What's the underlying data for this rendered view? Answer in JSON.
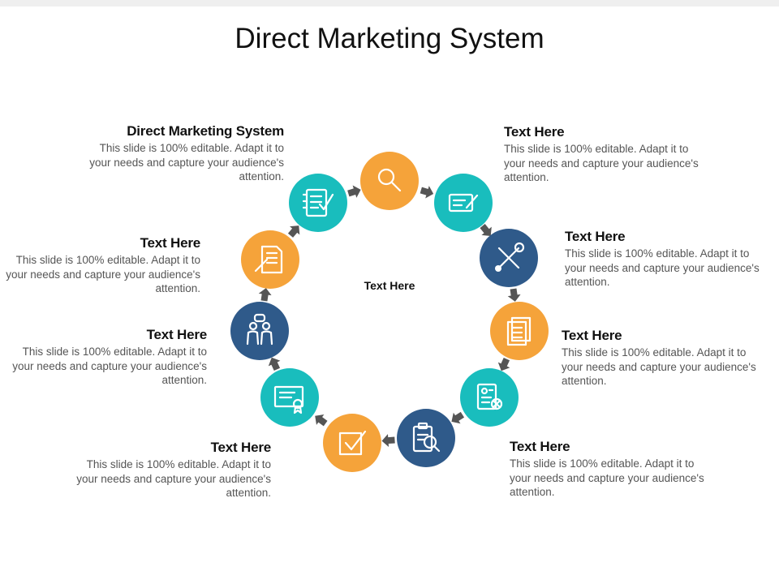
{
  "title": "Direct Marketing System",
  "center_label": "Text Here",
  "colors": {
    "orange": "#F5A33A",
    "teal": "#19BDBD",
    "navy": "#2F5A8A",
    "arrow": "#555555"
  },
  "nodes": [
    {
      "icon": "search-icon",
      "color": "orange"
    },
    {
      "icon": "message-edit-icon",
      "color": "teal"
    },
    {
      "icon": "tools-icon",
      "color": "navy"
    },
    {
      "icon": "documents-icon",
      "color": "orange"
    },
    {
      "icon": "resume-reject-icon",
      "color": "teal"
    },
    {
      "icon": "clipboard-search-icon",
      "color": "navy"
    },
    {
      "icon": "checkbox-icon",
      "color": "orange"
    },
    {
      "icon": "certificate-icon",
      "color": "teal"
    },
    {
      "icon": "people-chat-icon",
      "color": "navy"
    },
    {
      "icon": "document-edit-icon",
      "color": "orange"
    },
    {
      "icon": "checklist-icon",
      "color": "teal"
    }
  ],
  "blocks": [
    {
      "heading": "Direct Marketing System",
      "body": "This slide is 100% editable. Adapt it to your needs and capture your audience's attention."
    },
    {
      "heading": "Text Here",
      "body": "This slide is 100% editable. Adapt it to your needs and capture your audience's attention."
    },
    {
      "heading": "Text Here",
      "body": "This slide is 100% editable. Adapt it to your needs and capture your audience's attention."
    },
    {
      "heading": "Text Here",
      "body": "This slide is 100% editable. Adapt it to your needs and capture your audience's attention."
    },
    {
      "heading": "Text Here",
      "body": "This slide is 100% editable. Adapt it to your needs and capture your audience's attention."
    },
    {
      "heading": "Text Here",
      "body": "This slide is 100% editable. Adapt it to your needs and capture your audience's attention."
    },
    {
      "heading": "Text Here",
      "body": "This slide is 100% editable. Adapt it to your needs and capture your audience's attention."
    },
    {
      "heading": "Text Here",
      "body": "This slide is 100% editable. Adapt it to your needs and capture your audience's attention."
    }
  ]
}
